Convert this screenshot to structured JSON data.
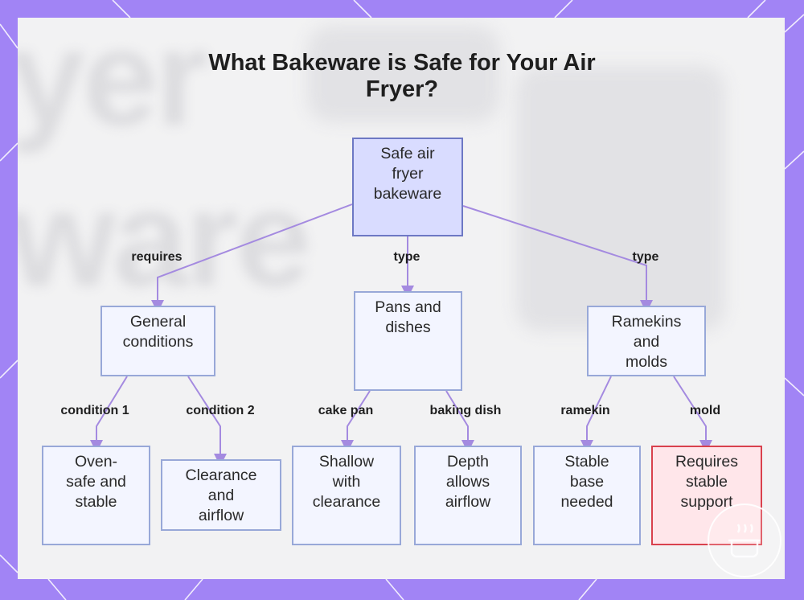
{
  "title": "What Bakeware is Safe for Your Air Fryer?",
  "background_text": [
    "yer",
    "ware"
  ],
  "nodes": {
    "root": "Safe air\nfryer\nbakeware",
    "general": "General\nconditions",
    "pans": "Pans and\ndishes",
    "ramekins": "Ramekins\nand\nmolds",
    "oven": "Oven-\nsafe and\nstable",
    "clearance": "Clearance\nand\nairflow",
    "shallow": "Shallow\nwith\nclearance",
    "depth": "Depth\nallows\nairflow",
    "stable": "Stable\nbase\nneeded",
    "requires": "Requires\nstable\nsupport"
  },
  "edges": {
    "requires": "requires",
    "type_pans": "type",
    "type_ramekins": "type",
    "condition1": "condition 1",
    "condition2": "condition 2",
    "cake_pan": "cake pan",
    "baking_dish": "baking dish",
    "ramekin": "ramekin",
    "mold": "mold"
  },
  "colors": {
    "frame": "#a184f5",
    "connector": "#a48ae0",
    "root_fill": "#d9dcff",
    "node_fill": "#f3f5ff",
    "alert_border": "#d9414d"
  }
}
